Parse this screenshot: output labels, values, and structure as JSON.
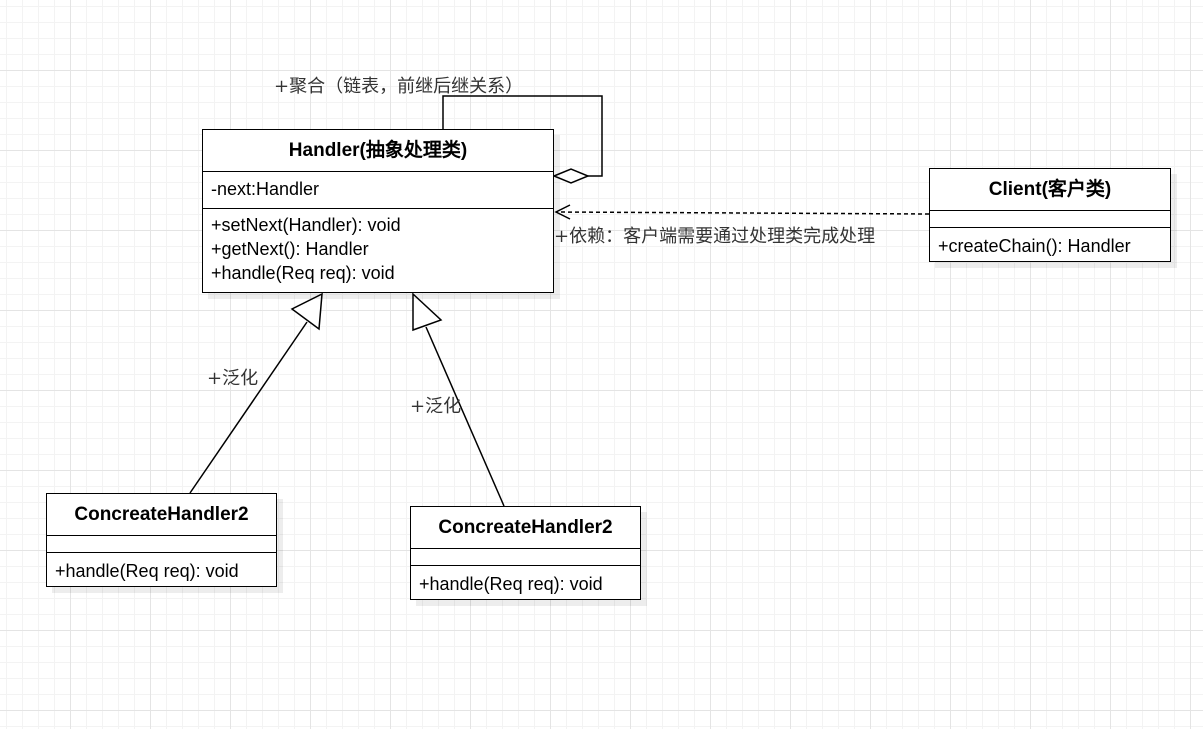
{
  "diagram": {
    "classes": {
      "handler": {
        "name_main": "Handler",
        "name_cn": "(抽象处理类)",
        "attributes": [
          "-next:Handler"
        ],
        "methods": [
          "+setNext(Handler): void",
          "+getNext(): Handler",
          "+handle(Req req): void"
        ]
      },
      "client": {
        "name_main": "Client",
        "name_cn": "(客户类)",
        "attributes": [],
        "methods": [
          "+createChain(): Handler"
        ]
      },
      "concrete_handler_left": {
        "name": "ConcreateHandler2",
        "attributes": [],
        "methods": [
          "+handle(Req req): void"
        ]
      },
      "concrete_handler_right": {
        "name": "ConcreateHandler2",
        "attributes": [],
        "methods": [
          "+handle(Req req): void"
        ]
      }
    },
    "relations": {
      "aggregation": {
        "type": "aggregation",
        "label": "+聚合（链表，前继后继关系）"
      },
      "dependency": {
        "type": "dependency",
        "label": "+依赖：客户端需要通过处理类完成处理"
      },
      "generalization_left": {
        "type": "generalization",
        "label": "+泛化"
      },
      "generalization_right": {
        "type": "generalization",
        "label": "+泛化"
      }
    },
    "colors": {
      "line": "#000000",
      "label_text": "#333333",
      "grid_major": "#e4e4e4",
      "grid_minor": "#f3f3f3"
    }
  }
}
